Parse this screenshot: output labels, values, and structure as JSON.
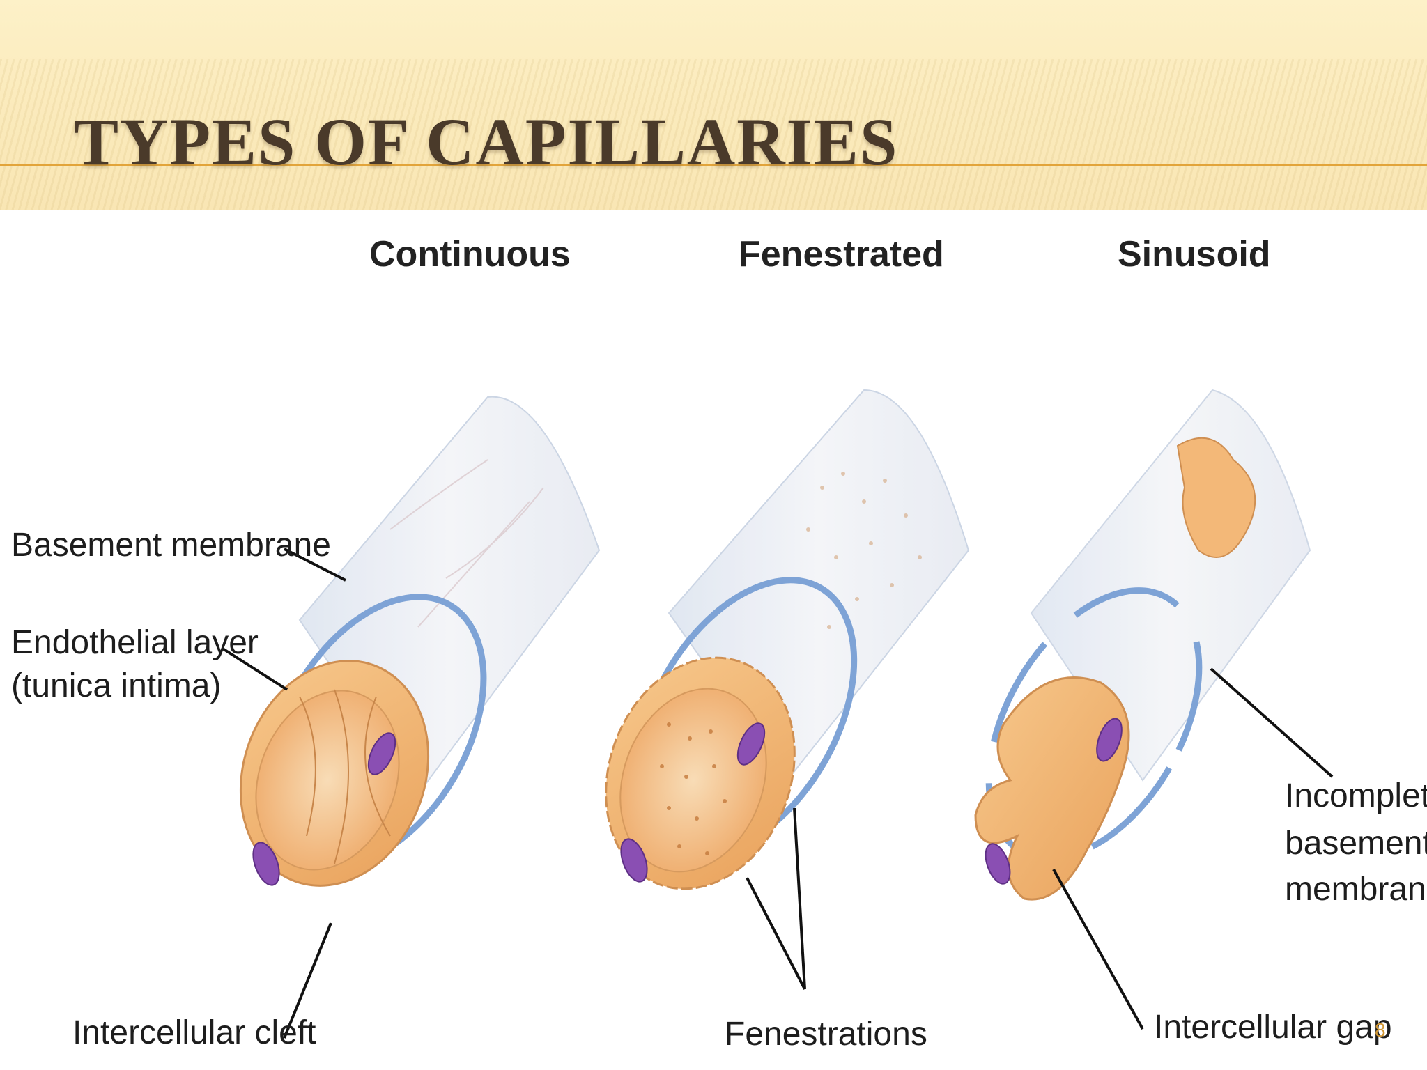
{
  "slide": {
    "title": "TYPES OF CAPILLARIES",
    "page_number": "8",
    "colors": {
      "header_band": "#fbebbd",
      "header_line": "#e2a43a",
      "title_text": "#4a3a2a",
      "endothelium": "#f2b777",
      "basement_membrane": "#7ea3d6",
      "nucleus": "#8a4fb3"
    }
  },
  "diagram": {
    "columns": [
      {
        "title": "Continuous"
      },
      {
        "title": "Fenestrated"
      },
      {
        "title": "Sinusoid"
      }
    ],
    "labels": {
      "basement_membrane": "Basement membrane",
      "endothelial_layer_1": "Endothelial layer",
      "endothelial_layer_2": "(tunica intima)",
      "intercellular_cleft": "Intercellular cleft",
      "fenestrations": "Fenestrations",
      "incomplete_1": "Incomplete",
      "incomplete_2": "basement",
      "incomplete_3": "membrane",
      "intercellular_gap": "Intercellular gap"
    }
  }
}
